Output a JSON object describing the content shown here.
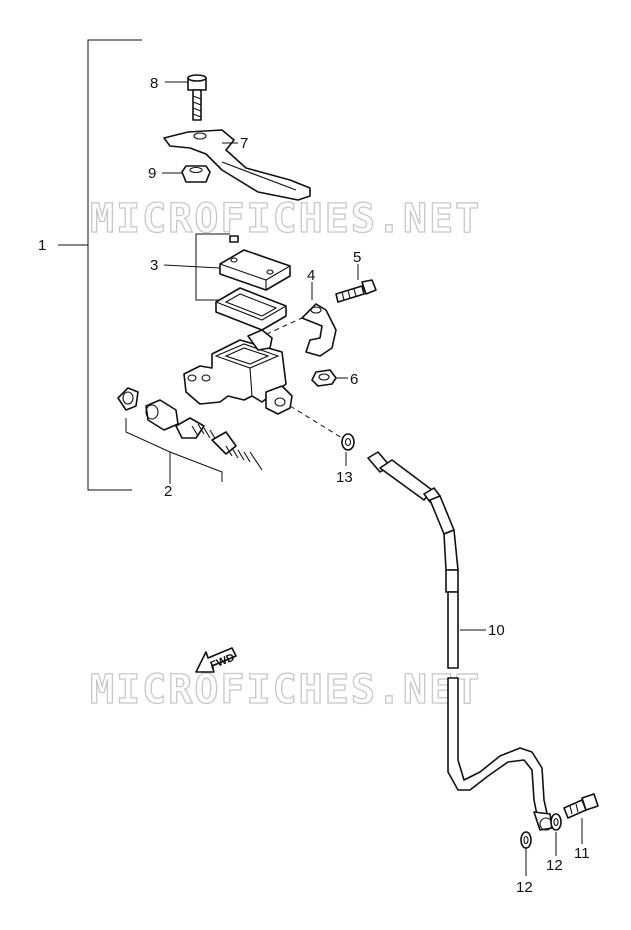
{
  "watermark": "MICROFICHES.NET",
  "direction_label": "FWD",
  "callouts": {
    "c1": "1",
    "c2": "2",
    "c3": "3",
    "c4": "4",
    "c5": "5",
    "c6": "6",
    "c7": "7",
    "c8": "8",
    "c9": "9",
    "c10": "10",
    "c11": "11",
    "c12a": "12",
    "c12b": "12",
    "c13": "13"
  }
}
